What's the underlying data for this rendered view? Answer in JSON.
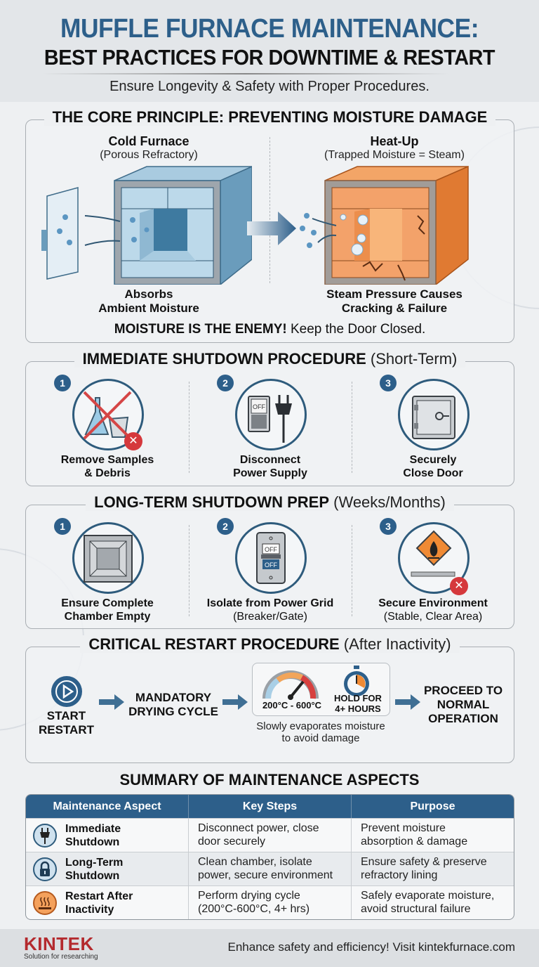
{
  "header": {
    "title_line1": "MUFFLE FURNACE MAINTENANCE:",
    "title_line2": "BEST PRACTICES FOR DOWNTIME & RESTART",
    "subtitle": "Ensure Longevity & Safety with Proper Procedures."
  },
  "core": {
    "title": "THE CORE PRINCIPLE: PREVENTING MOISTURE DAMAGE",
    "left": {
      "heading": "Cold Furnace",
      "subheading": "(Porous Refractory)",
      "caption_line1": "Absorbs",
      "caption_line2": "Ambient Moisture",
      "icon": "cold-furnace-open-door"
    },
    "right": {
      "heading": "Heat-Up",
      "subheading": "(Trapped Moisture = Steam)",
      "caption_line1": "Steam Pressure Causes",
      "caption_line2": "Cracking & Failure",
      "icon": "hot-furnace-cracked"
    },
    "warning_bold": "MOISTURE IS THE ENEMY!",
    "warning_rest": " Keep the Door Closed.",
    "colors": {
      "cold": "#6fa3c4",
      "hot": "#ec8a45"
    }
  },
  "immediate": {
    "title_bold": "IMMEDIATE SHUTDOWN PROCEDURE",
    "title_rest": " (Short-Term)",
    "steps": [
      {
        "num": "1",
        "line1": "Remove Samples",
        "line2": "& Debris",
        "icon": "no-samples-icon"
      },
      {
        "num": "2",
        "line1": "Disconnect",
        "line2": "Power Supply",
        "icon": "switch-plug-icon",
        "switch_label": "OFF"
      },
      {
        "num": "3",
        "line1": "Securely",
        "line2": "Close Door",
        "icon": "closed-door-icon"
      }
    ]
  },
  "longterm": {
    "title_bold": "LONG-TERM SHUTDOWN PREP",
    "title_rest": " (Weeks/Months)",
    "steps": [
      {
        "num": "1",
        "line1": "Ensure Complete",
        "line2": "Chamber Empty",
        "icon": "empty-chamber-icon"
      },
      {
        "num": "2",
        "line1": "Isolate from Power Grid",
        "line2": "(Breaker/Gate)",
        "icon": "breaker-icon",
        "switch_top": "OFF",
        "switch_bottom": "OFF"
      },
      {
        "num": "3",
        "line1": "Secure Environment",
        "line2": "(Stable, Clear Area)",
        "icon": "flammable-hazard-icon"
      }
    ]
  },
  "restart": {
    "title_bold": "CRITICAL RESTART PROCEDURE",
    "title_rest": " (After Inactivity)",
    "start_line1": "START",
    "start_line2": "RESTART",
    "drying_line1": "MANDATORY",
    "drying_line2": "DRYING CYCLE",
    "temp_range": "200°C - 600°C",
    "hold_line1": "HOLD FOR",
    "hold_line2": "4+ HOURS",
    "note_line1": "Slowly evaporates moisture",
    "note_line2": "to avoid damage",
    "end_line1": "PROCEED TO",
    "end_line2": "NORMAL",
    "end_line3": "OPERATION"
  },
  "summary": {
    "title": "SUMMARY OF MAINTENANCE ASPECTS",
    "columns": [
      "Maintenance Aspect",
      "Key Steps",
      "Purpose"
    ],
    "rows": [
      {
        "icon": "plug-icon",
        "aspect_line1": "Immediate",
        "aspect_line2": "Shutdown",
        "steps_line1": "Disconnect power, close",
        "steps_line2": "door securely",
        "purpose_line1": "Prevent moisture",
        "purpose_line2": "absorption & damage"
      },
      {
        "icon": "lock-icon",
        "aspect_line1": "Long-Term",
        "aspect_line2": "Shutdown",
        "steps_line1": "Clean chamber, isolate",
        "steps_line2": "power, secure environment",
        "purpose_line1": "Ensure safety & preserve",
        "purpose_line2": "refractory lining"
      },
      {
        "icon": "heat-icon",
        "aspect_line1": "Restart After",
        "aspect_line2": "Inactivity",
        "steps_line1": "Perform drying cycle",
        "steps_line2": "(200°C-600°C, 4+ hrs)",
        "purpose_line1": "Safely evaporate moisture,",
        "purpose_line2": "avoid structural failure"
      }
    ],
    "header_color": "#2d5f8a"
  },
  "footer": {
    "logo": "KINTEK",
    "tagline": "Solution for researching",
    "cta": "Enhance safety and efficiency! Visit kintekfurnace.com"
  }
}
